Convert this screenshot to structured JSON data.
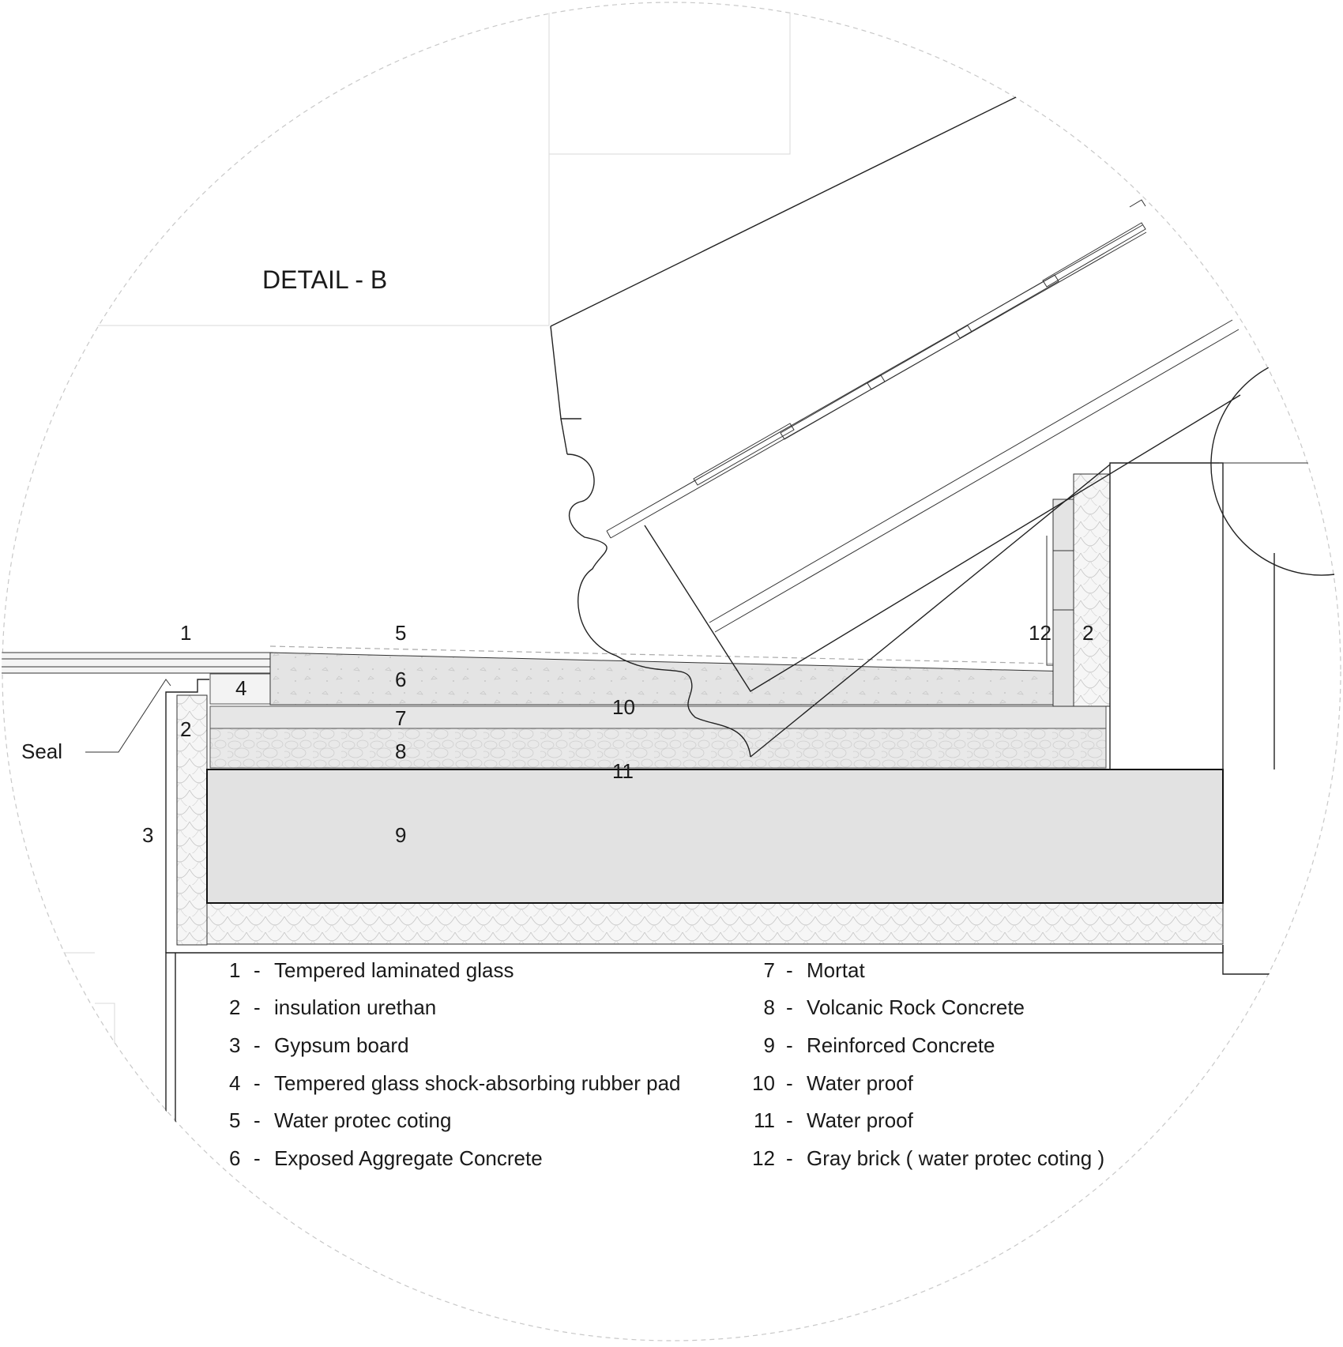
{
  "title": "DETAIL  -  B",
  "seal_label": "Seal",
  "callouts": {
    "c1": "1",
    "c5": "5",
    "c12": "12",
    "c2_right": "2",
    "c4": "4",
    "c6": "6",
    "c2_left": "2",
    "c7": "7",
    "c10": "10",
    "c8": "8",
    "c11": "11",
    "c3": "3",
    "c9": "9"
  },
  "legend_left": [
    {
      "num": "1",
      "sep": "-",
      "text": "Tempered laminated glass"
    },
    {
      "num": "2",
      "sep": "-",
      "text": "insulation urethan"
    },
    {
      "num": "3",
      "sep": "-",
      "text": "Gypsum board"
    },
    {
      "num": "4",
      "sep": "-",
      "text": "Tempered glass shock-absorbing rubber pad"
    },
    {
      "num": "5",
      "sep": "-",
      "text": "Water protec coting"
    },
    {
      "num": "6",
      "sep": "-",
      "text": "Exposed Aggregate Concrete"
    }
  ],
  "legend_right": [
    {
      "num": "7",
      "sep": "-",
      "text": "Mortat"
    },
    {
      "num": "8",
      "sep": "-",
      "text": "Volcanic Rock Concrete"
    },
    {
      "num": "9",
      "sep": "-",
      "text": "Reinforced Concrete"
    },
    {
      "num": "10",
      "sep": "-",
      "text": "Water proof"
    },
    {
      "num": "11",
      "sep": "-",
      "text": "Water proof"
    },
    {
      "num": "12",
      "sep": "-",
      "text": "Gray brick ( water protec coting )"
    }
  ],
  "colors": {
    "concrete": "#e2e2e2",
    "light_fill": "#ebebeb",
    "mortar": "#e6e6e6",
    "line": "#222222",
    "circle_border": "#c8c8c8"
  }
}
